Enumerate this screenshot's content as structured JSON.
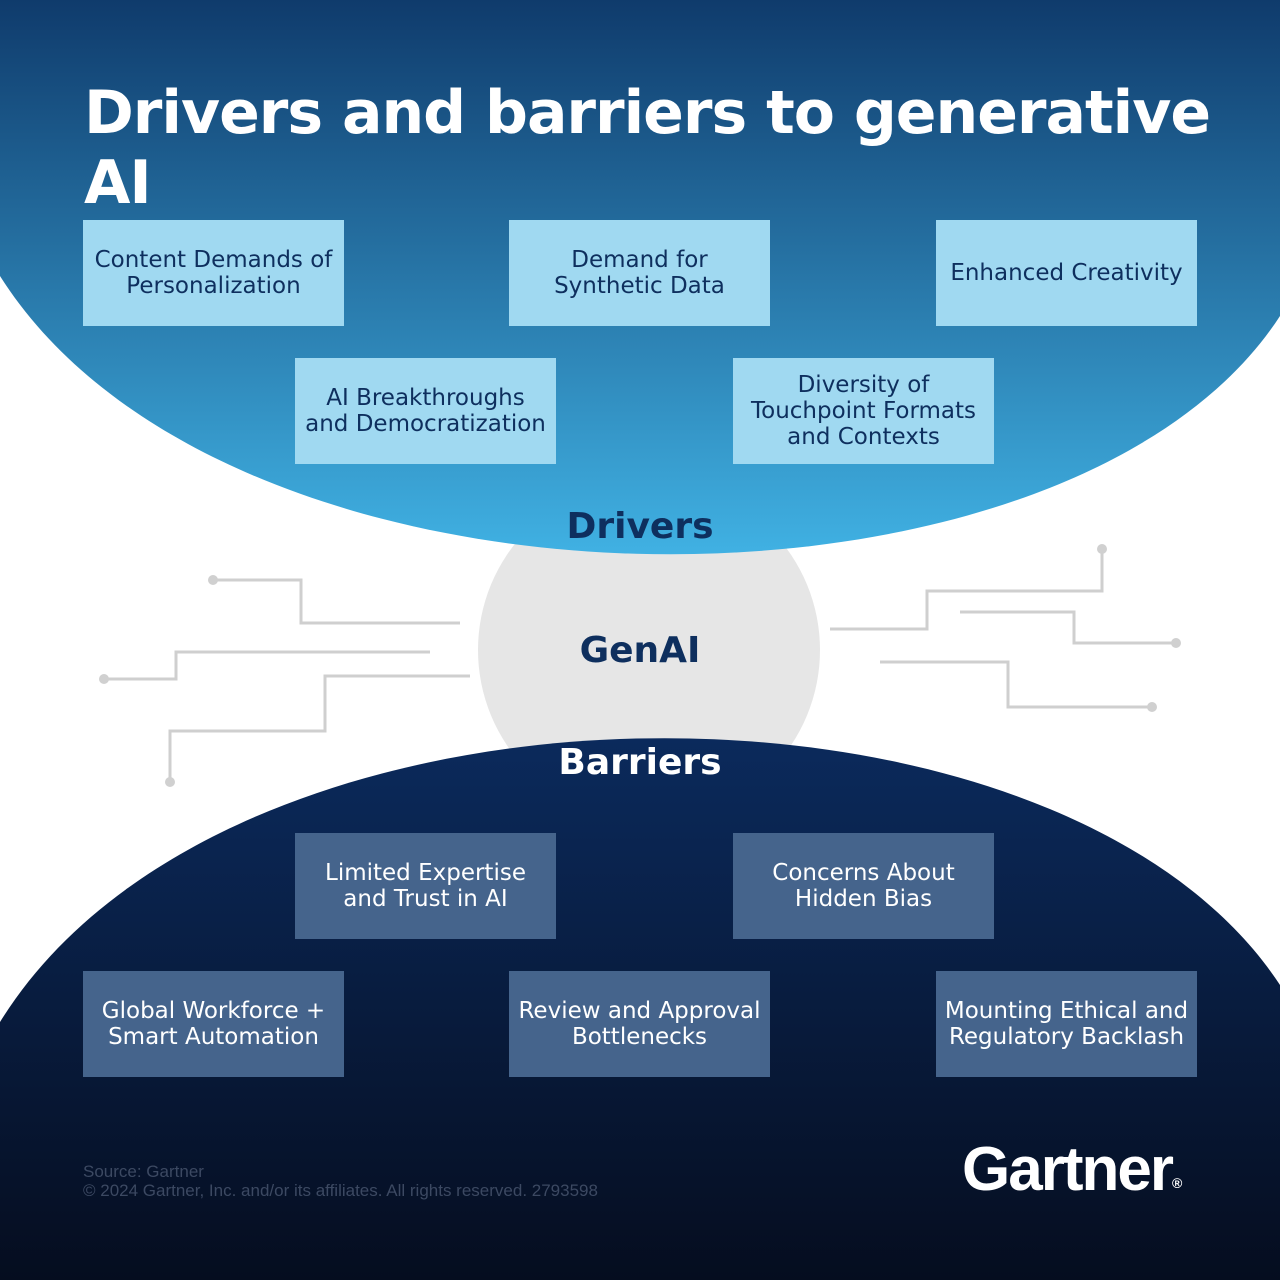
{
  "title": "Drivers and barriers to generative AI",
  "colors": {
    "drivers_top": "#0f3b6c",
    "drivers_bottom": "#40b1e3",
    "driver_box": "#a0d9f1",
    "barriers_top": "#0b2a5c",
    "barriers_bottom": "#050d1f",
    "barrier_box": "#45648c",
    "center_circle": "#e6e6e6",
    "connector_lines": "#cfcfcf"
  },
  "drivers": {
    "label": "Drivers",
    "items": [
      "Content Demands of Personalization",
      "Demand for Synthetic Data",
      "Enhanced Creativity",
      "AI Breakthroughs and Democratization",
      "Diversity of Touchpoint Formats and Contexts"
    ]
  },
  "center": {
    "label": "GenAI"
  },
  "barriers": {
    "label": "Barriers",
    "items": [
      "Limited Expertise and Trust in AI",
      "Concerns About Hidden Bias",
      "Global Workforce + Smart Automation",
      "Review and Approval Bottlenecks",
      "Mounting Ethical and Regulatory Backlash"
    ]
  },
  "footer": {
    "source": "Source: Gartner",
    "copyright": "© 2024 Gartner, Inc. and/or its affiliates. All rights reserved. 2793598"
  },
  "brand": {
    "name": "Gartner",
    "mark": "®"
  }
}
